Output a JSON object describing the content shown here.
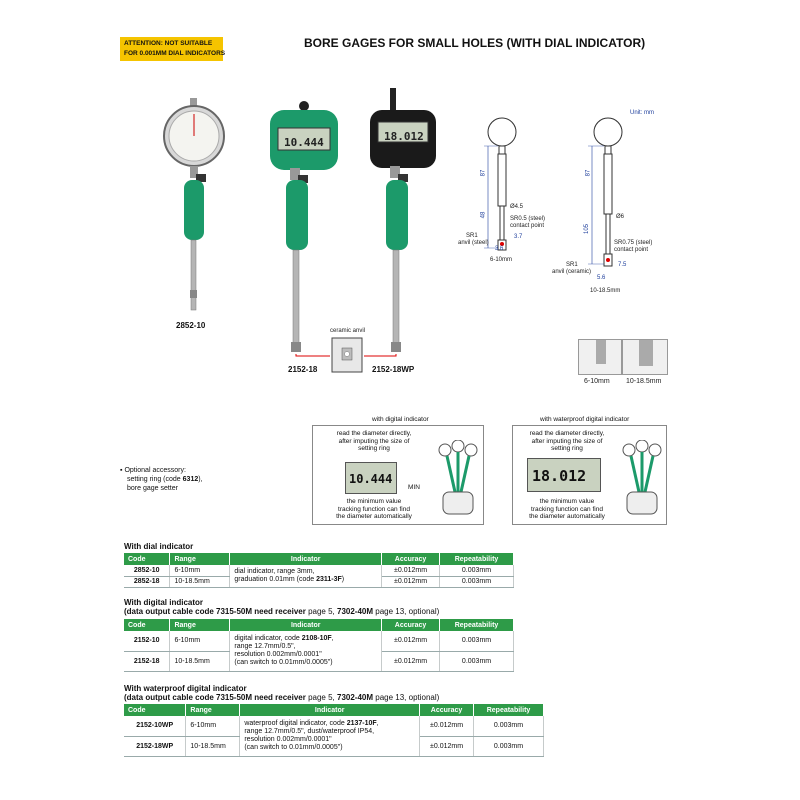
{
  "attention": {
    "line1": "ATTENTION: NOT SUITABLE",
    "line2": "FOR 0.001MM DIAL INDICATORS"
  },
  "title": "BORE GAGES FOR SMALL HOLES (WITH DIAL INDICATOR)",
  "products": {
    "p1": "2852-10",
    "p2": "2152-18",
    "p3": "2152-18WP"
  },
  "ceramic_anvil": "ceramic anvil",
  "display_values": {
    "digital": "10.444",
    "waterproof": "18.012"
  },
  "diagram": {
    "unit": "Unit: mm",
    "left": {
      "dim87": "87",
      "dim48": "48",
      "d45": "Ø4.5",
      "sr05": "SR0.5 (steel)",
      "contact": "contact point",
      "sr1": "SR1",
      "anvil": "anvil (steel)",
      "d36": "3.6",
      "d37": "3.7",
      "range": "6-10mm"
    },
    "right": {
      "dim87": "87",
      "dim105": "105",
      "d6": "Ø6",
      "sr075": "SR0.75 (steel)",
      "contact": "contact point",
      "sr1": "SR1",
      "anvil": "anvil (ceramic)",
      "d56": "5.6",
      "d75": "7.5",
      "range": "10-18.5mm"
    }
  },
  "thumbs": {
    "t1": "6-10mm",
    "t2": "10-18.5mm"
  },
  "optional": {
    "line1": "Optional accessory:",
    "line2a": "setting ring (code ",
    "line2b": "6312",
    "line2c": "),",
    "line3": "bore gage setter"
  },
  "panel_digital": {
    "title": "with digital indicator",
    "top1": "read the diameter directly,",
    "top2": "after imputing the size of",
    "top3": "setting ring",
    "min": "MIN",
    "bottom1": "the minimum value",
    "bottom2": "tracking function can find",
    "bottom3": "the diameter automatically"
  },
  "panel_wp": {
    "title": "with waterproof digital indicator",
    "top1": "read the diameter directly,",
    "top2": "after imputing the size of",
    "top3": "setting ring",
    "bottom1": "the minimum value",
    "bottom2": "tracking function can find",
    "bottom3": "the diameter automatically"
  },
  "headers": {
    "code": "Code",
    "range": "Range",
    "indicator": "Indicator",
    "accuracy": "Accuracy",
    "repeatability": "Repeatability"
  },
  "section1": {
    "title": "With dial indicator",
    "indicator_l1": "dial indicator, range 3mm,",
    "indicator_l2a": "graduation 0.01mm (code ",
    "indicator_l2b": "2311-3F",
    "indicator_l2c": ")",
    "rows": [
      {
        "code": "2852-10",
        "range": "6-10mm",
        "accuracy": "±0.012mm",
        "repeat": "0.003mm"
      },
      {
        "code": "2852-18",
        "range": "10-18.5mm",
        "accuracy": "±0.012mm",
        "repeat": "0.003mm"
      }
    ]
  },
  "section2": {
    "title": "With digital indicator",
    "sub_a": "(data output cable code 7315-50M need receiver ",
    "sub_b": "page 5, ",
    "sub_c": "7302-40M ",
    "sub_d": "page 13, optional)",
    "ind_l1a": "digital indicator, code ",
    "ind_l1b": "2108-10F",
    "ind_l1c": ",",
    "ind_l2": "range 12.7mm/0.5\",",
    "ind_l3": "resolution 0.002mm/0.0001\"",
    "ind_l4": "(can switch to 0.01mm/0.0005\")",
    "rows": [
      {
        "code": "2152-10",
        "range": "6-10mm",
        "accuracy": "±0.012mm",
        "repeat": "0.003mm"
      },
      {
        "code": "2152-18",
        "range": "10-18.5mm",
        "accuracy": "±0.012mm",
        "repeat": "0.003mm"
      }
    ]
  },
  "section3": {
    "title": "With waterproof digital indicator",
    "sub_a": "(data output cable code 7315-50M need receiver ",
    "sub_b": "page 5, ",
    "sub_c": "7302-40M ",
    "sub_d": "page 13, optional)",
    "ind_l1a": "waterproof digital indicator, code ",
    "ind_l1b": "2137-10F",
    "ind_l1c": ",",
    "ind_l2": "range 12.7mm/0.5\", dust/waterproof IP54,",
    "ind_l3": "resolution 0.002mm/0.0001\"",
    "ind_l4": "(can switch to 0.01mm/0.0005\")",
    "rows": [
      {
        "code": "2152-10WP",
        "range": "6-10mm",
        "accuracy": "±0.012mm",
        "repeat": "0.003mm"
      },
      {
        "code": "2152-18WP",
        "range": "10-18.5mm",
        "accuracy": "±0.012mm",
        "repeat": "0.003mm"
      }
    ]
  },
  "colors": {
    "green": "#2e9b48",
    "tool_green": "#1c9a6a",
    "yellow": "#f5c400",
    "unit_blue": "#1f3f9c"
  }
}
